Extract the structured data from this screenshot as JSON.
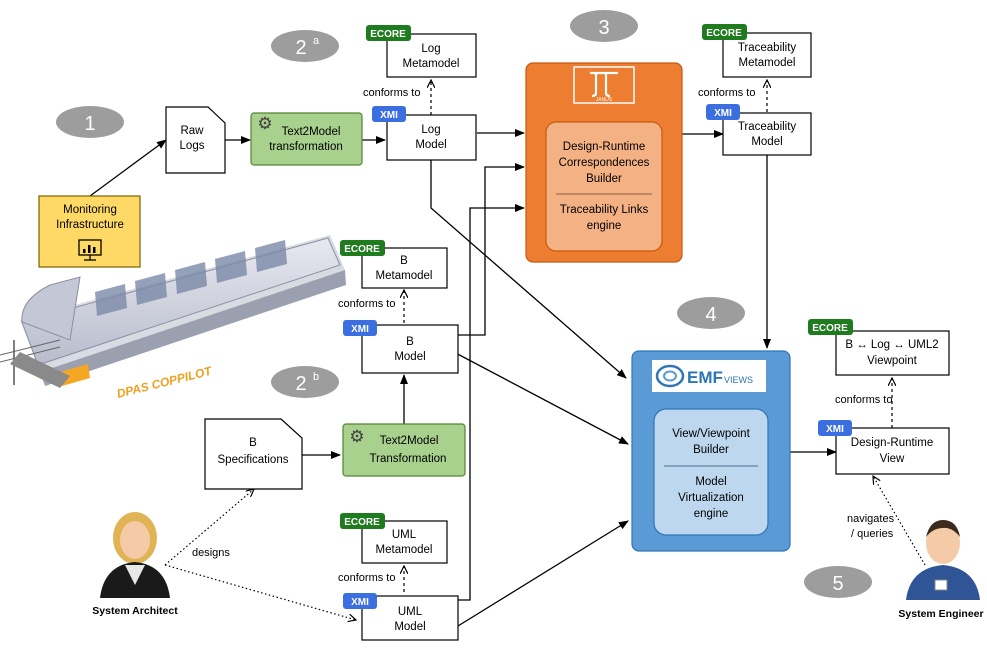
{
  "steps": {
    "s1": "1",
    "s2a": "2",
    "s2a_sup": "a",
    "s3": "3",
    "s4": "4",
    "s2b": "2",
    "s2b_sup": "b",
    "s5": "5"
  },
  "tags": {
    "ecore": "ECORE",
    "xmi": "XMI"
  },
  "boxes": {
    "monitoring": [
      "Monitoring",
      "Infrastructure"
    ],
    "raw_logs": [
      "Raw",
      "Logs"
    ],
    "t2m_log": [
      "Text2Model",
      "transformation"
    ],
    "log_metamodel": [
      "Log",
      "Metamodel"
    ],
    "log_model": [
      "Log",
      "Model"
    ],
    "b_metamodel": [
      "B",
      "Metamodel"
    ],
    "b_model": [
      "B",
      "Model"
    ],
    "b_spec": [
      "B",
      "Specifications"
    ],
    "t2m_b": [
      "Text2Model",
      "Transformation"
    ],
    "uml_metamodel": [
      "UML",
      "Metamodel"
    ],
    "uml_model": [
      "UML",
      "Model"
    ],
    "trace_metamodel": [
      "Traceability",
      "Metamodel"
    ],
    "trace_model": [
      "Traceability",
      "Model"
    ],
    "viewpoint": [
      "B ↔ Log ↔ UML2",
      "Viewpoint"
    ],
    "view": [
      "Design-Runtime",
      "View"
    ]
  },
  "janus": {
    "logo_text": "JANUS",
    "top": [
      "Design-Runtime",
      "Correspondences",
      "Builder"
    ],
    "bottom": [
      "Traceability Links",
      "engine"
    ]
  },
  "emfviews": {
    "logo_text": "EMF",
    "logo_suffix": "VIEWS",
    "top": [
      "View/Viewpoint",
      "Builder"
    ],
    "bottom": [
      "Model",
      "Virtualization",
      "engine"
    ]
  },
  "labels": {
    "conforms_to": "conforms to",
    "designs": "designs",
    "navigates": [
      "navigates",
      "/ queries"
    ],
    "dpas": "DPAS COPPILOT"
  },
  "actors": {
    "architect": "System Architect",
    "engineer": "System Engineer"
  },
  "colors": {
    "ecore": "#1e7b1e",
    "xmi": "#3b6fe0",
    "t2m": "#a9d18e",
    "t2m_border": "#548235",
    "monitoring": "#ffd966",
    "janus_panel": "#ed7d31",
    "janus_inner": "#f4b183",
    "emf_panel": "#5b9bd5",
    "emf_inner": "#bdd7ee",
    "step": "#9d9d9d"
  }
}
